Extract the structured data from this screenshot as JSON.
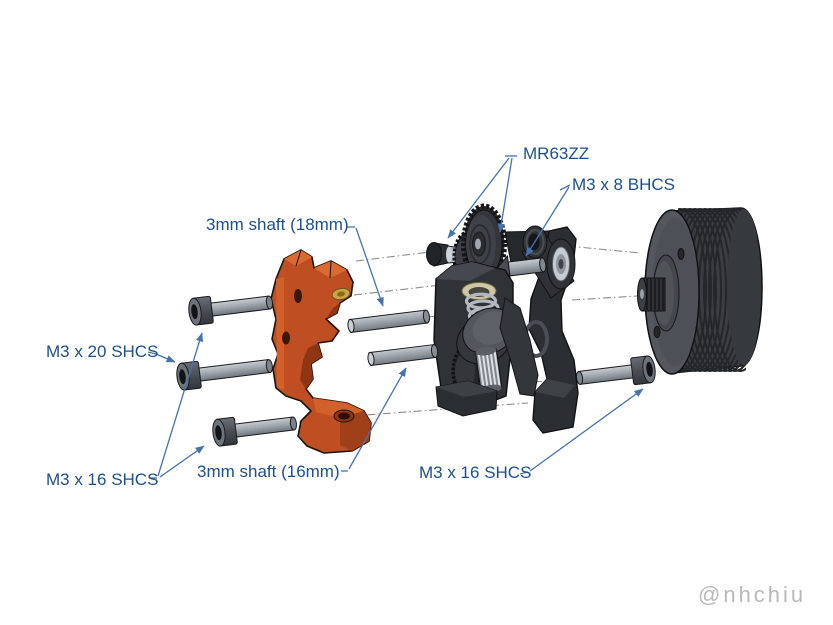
{
  "diagram": {
    "watermark": "@nhchiu",
    "labels": [
      {
        "id": "shaft-18mm",
        "text": "3mm shaft (18mm)"
      },
      {
        "id": "bearing-mr63zz",
        "text": "MR63ZZ"
      },
      {
        "id": "m3x8-bhcs",
        "text": "M3 x 8 BHCS"
      },
      {
        "id": "m3x20-shcs",
        "text": "M3 x 20 SHCS"
      },
      {
        "id": "m3x16-shcs-left",
        "text": "M3 x 16 SHCS"
      },
      {
        "id": "shaft-16mm",
        "text": "3mm shaft (16mm)"
      },
      {
        "id": "m3x16-shcs-right",
        "text": "M3 x 16 SHCS"
      }
    ],
    "colors": {
      "background": "#ffffff",
      "label_text": "#1e4f8d",
      "leader_line": "#4872ae",
      "axis_line": "#8c8c8c",
      "body_orange": "#bf4e22",
      "hardware_gray": "#a6acb3",
      "part_black": "#2e3134",
      "brass_insert": "#c9a544",
      "spring_tan": "#cfc7a3",
      "watermark_gray": "#b9b9b9"
    }
  }
}
